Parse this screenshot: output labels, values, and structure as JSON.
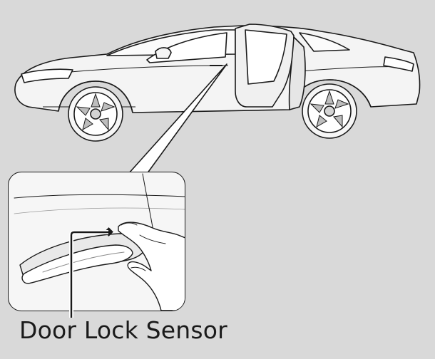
{
  "illustration": {
    "subject": "car-side-view-with-open-rear-door",
    "callout": "door-handle-close-up",
    "colors": {
      "background": "#d9d9d9",
      "outline": "#1a1a1a",
      "body_fill": "#f4f4f4"
    }
  },
  "label": {
    "text": "Door Lock Sensor"
  }
}
